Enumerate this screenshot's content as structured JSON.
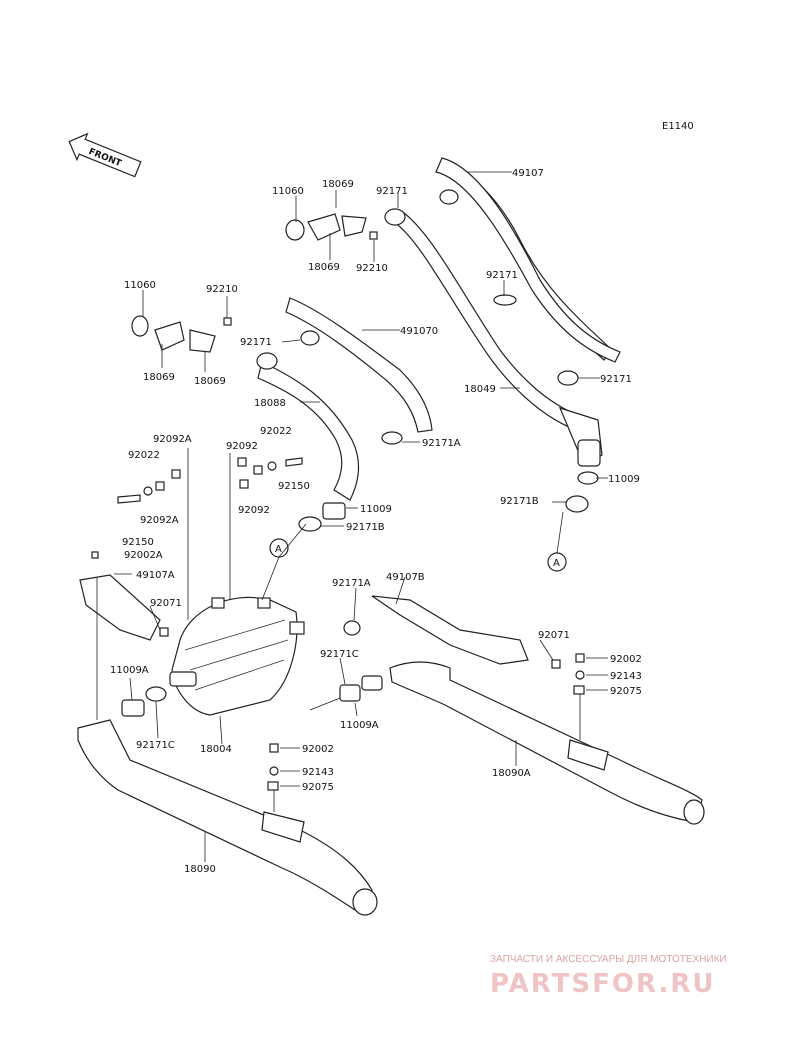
{
  "diagram": {
    "code": "E1140",
    "direction_label": "FRONT",
    "reference_marker": "A",
    "part_labels": {
      "p49107_top": "49107",
      "p18069_a": "18069",
      "p92171_a": "92171",
      "p11060_a": "11060",
      "p18069_b": "18069",
      "p92210_a": "92210",
      "p92171_b": "92171",
      "p11060_b": "11060",
      "p92210_b": "92210",
      "p491070": "491070",
      "p92171_c": "92171",
      "p18069_c": "18069",
      "p18069_d": "18069",
      "p92171_d": "92171",
      "p18088": "18088",
      "p18049": "18049",
      "p92171A_a": "92171A",
      "p11009_a": "11009",
      "p92022_a": "92022",
      "p92092A_a": "92092A",
      "p92022_b": "92022",
      "p92092_a": "92092",
      "p92150_a": "92150",
      "p92092_b": "92092",
      "p92092A_b": "92092A",
      "p11009_b": "11009",
      "p92171B_a": "92171B",
      "p92150_b": "92150",
      "p92171B_b": "92171B",
      "p92002A": "92002A",
      "p49107A": "49107A",
      "p92171A_b": "92171A",
      "p49107B": "49107B",
      "p92071_a": "92071",
      "p92071_b": "92071",
      "p92171C_a": "92171C",
      "p92002_a": "92002",
      "p92143_a": "92143",
      "p92075_a": "92075",
      "p11009A_a": "11009A",
      "p11009A_b": "11009A",
      "p92171C_b": "92171C",
      "p18004": "18004",
      "p18090A": "18090A",
      "p92002_b": "92002",
      "p92143_b": "92143",
      "p92075_b": "92075",
      "p18090": "18090"
    }
  },
  "watermark": {
    "tagline": "ЗАПЧАСТИ И АКСЕССУАРЫ ДЛЯ МОТОТЕХНИКИ",
    "brand": "PARTSFOR.RU",
    "color": "#e06060"
  }
}
